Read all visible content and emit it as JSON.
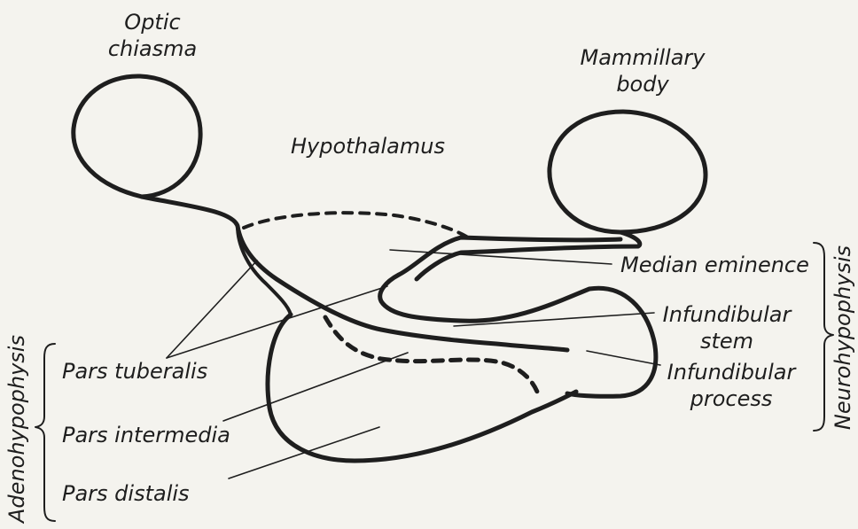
{
  "labels": {
    "optic_chiasma": "Optic\nchiasma",
    "mammillary_body": "Mammillary\nbody",
    "hypothalamus": "Hypothalamus",
    "median_eminence": "Median eminence",
    "infundibular_stem": "Infundibular\nstem",
    "infundibular_process": "Infundibular\nprocess",
    "pars_tuberalis": "Pars tuberalis",
    "pars_intermedia": "Pars intermedia",
    "pars_distalis": "Pars distalis",
    "neurohypophysis": "Neurohypophysis",
    "adenohypophysis": "Adenohypophysis"
  },
  "colors": {
    "ink": "#1e1e1e",
    "paper": "#f4f3ee"
  }
}
